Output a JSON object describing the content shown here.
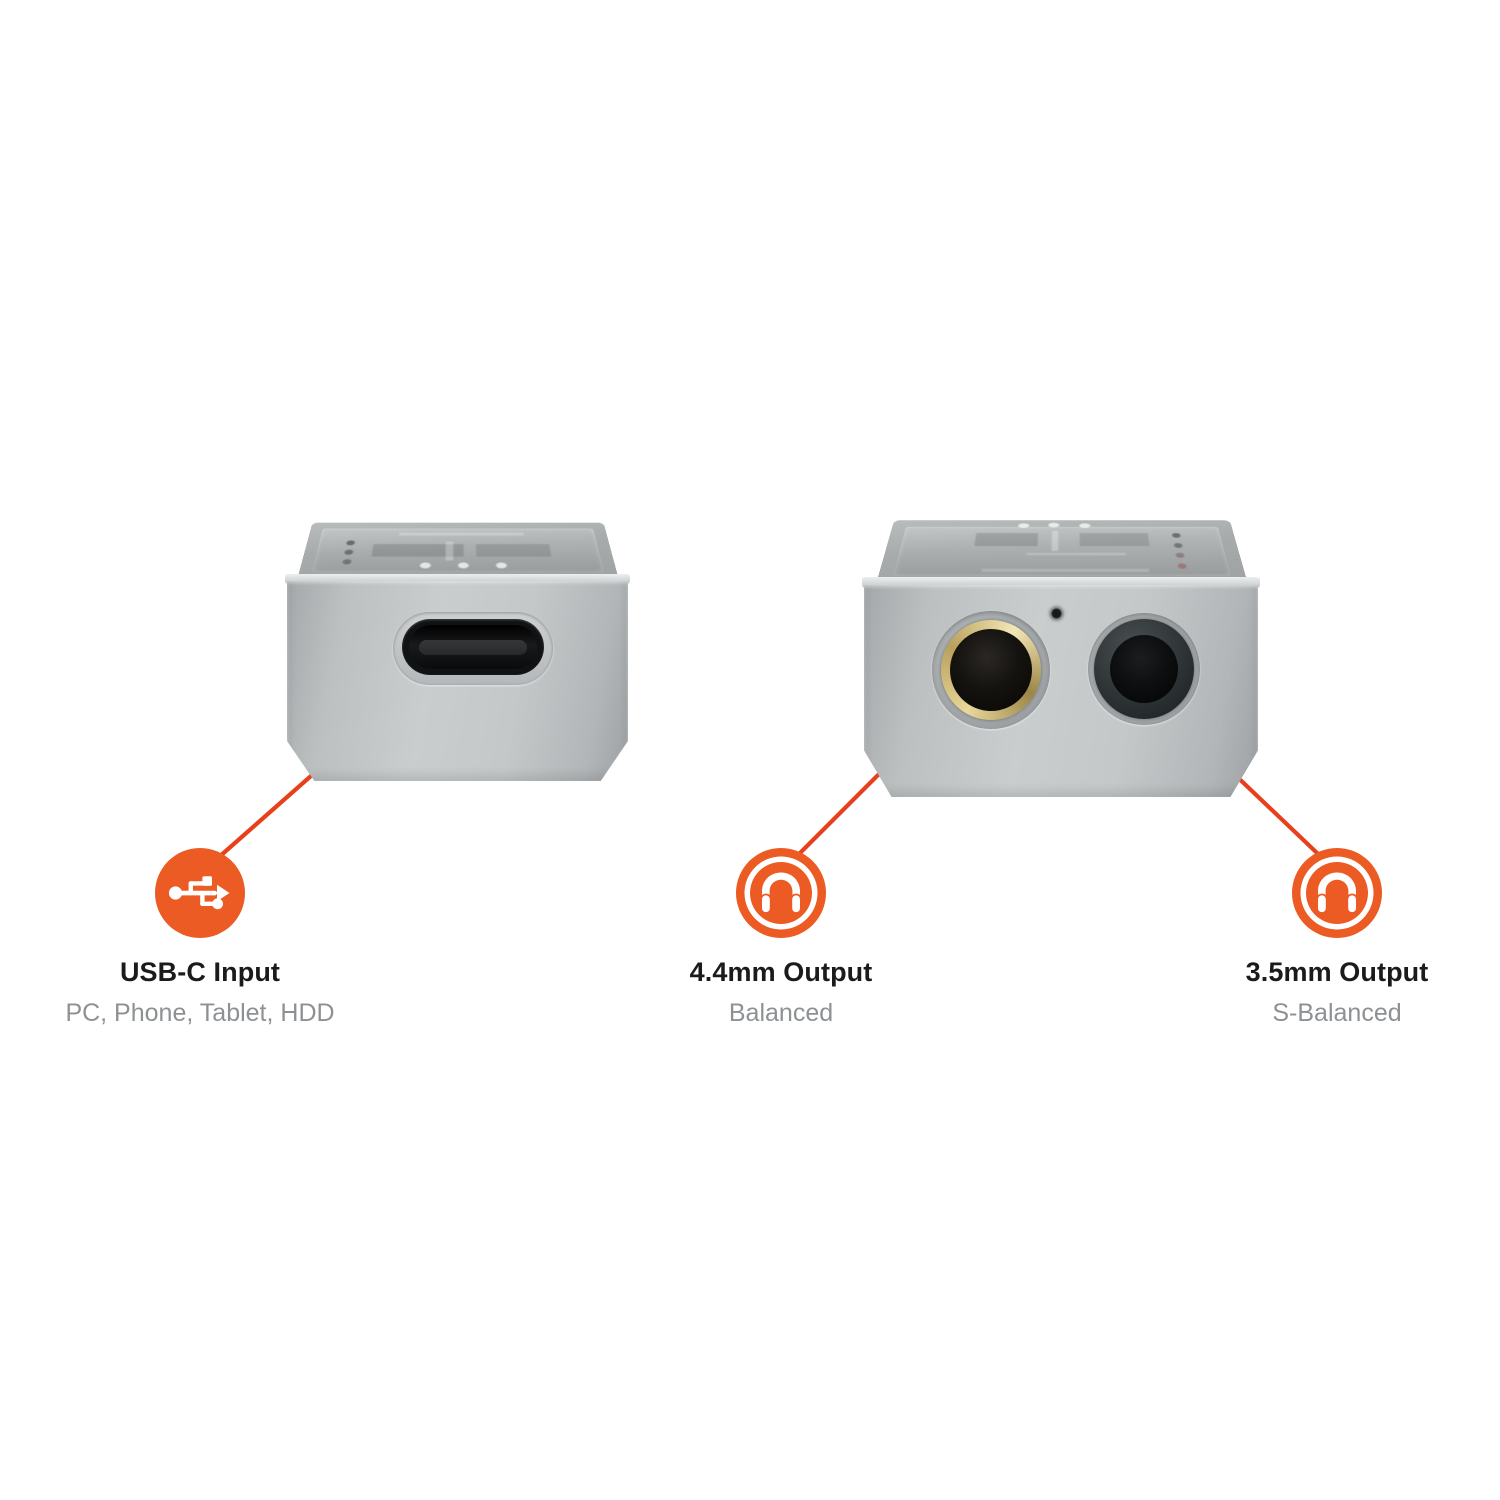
{
  "page": {
    "background_color": "#ffffff",
    "accent_color": "#ec5b24",
    "leader_line_color": "#e8401c",
    "title_color": "#1b1b1b",
    "subtitle_color": "#8e9193"
  },
  "devices": [
    {
      "id": "device-usb-side",
      "name": "portable-dac-amp-usb-side",
      "body_color": "#c2c6c7",
      "top_color": "#aaaeaf",
      "ports": [
        {
          "name": "usb-c-port",
          "type": "usb-c",
          "color": "#0a0b0c"
        }
      ]
    },
    {
      "id": "device-output-side",
      "name": "portable-dac-amp-output-side",
      "body_color": "#c2c6c7",
      "top_color": "#aaaeaf",
      "ports": [
        {
          "name": "balanced-4-4mm-jack",
          "type": "jack",
          "ring_color": "#d8c territory"
        },
        {
          "name": "single-ended-3-5mm-jack",
          "type": "jack",
          "ring_color": "#2b3032"
        }
      ],
      "indicator": {
        "name": "led-indicator",
        "color": "#1a1a1a"
      }
    }
  ],
  "callouts": [
    {
      "id": "usb-c-input",
      "icon": "usb-icon",
      "icon_style": "filled-circle",
      "title": "USB-C Input",
      "subtitle": "PC, Phone, Tablet, HDD"
    },
    {
      "id": "output-4-4mm",
      "icon": "headphones-icon",
      "icon_style": "ring-circle",
      "title": "4.4mm Output",
      "subtitle": "Balanced"
    },
    {
      "id": "output-3-5mm",
      "icon": "headphones-icon",
      "icon_style": "ring-circle",
      "title": "3.5mm Output",
      "subtitle": "S-Balanced"
    }
  ]
}
